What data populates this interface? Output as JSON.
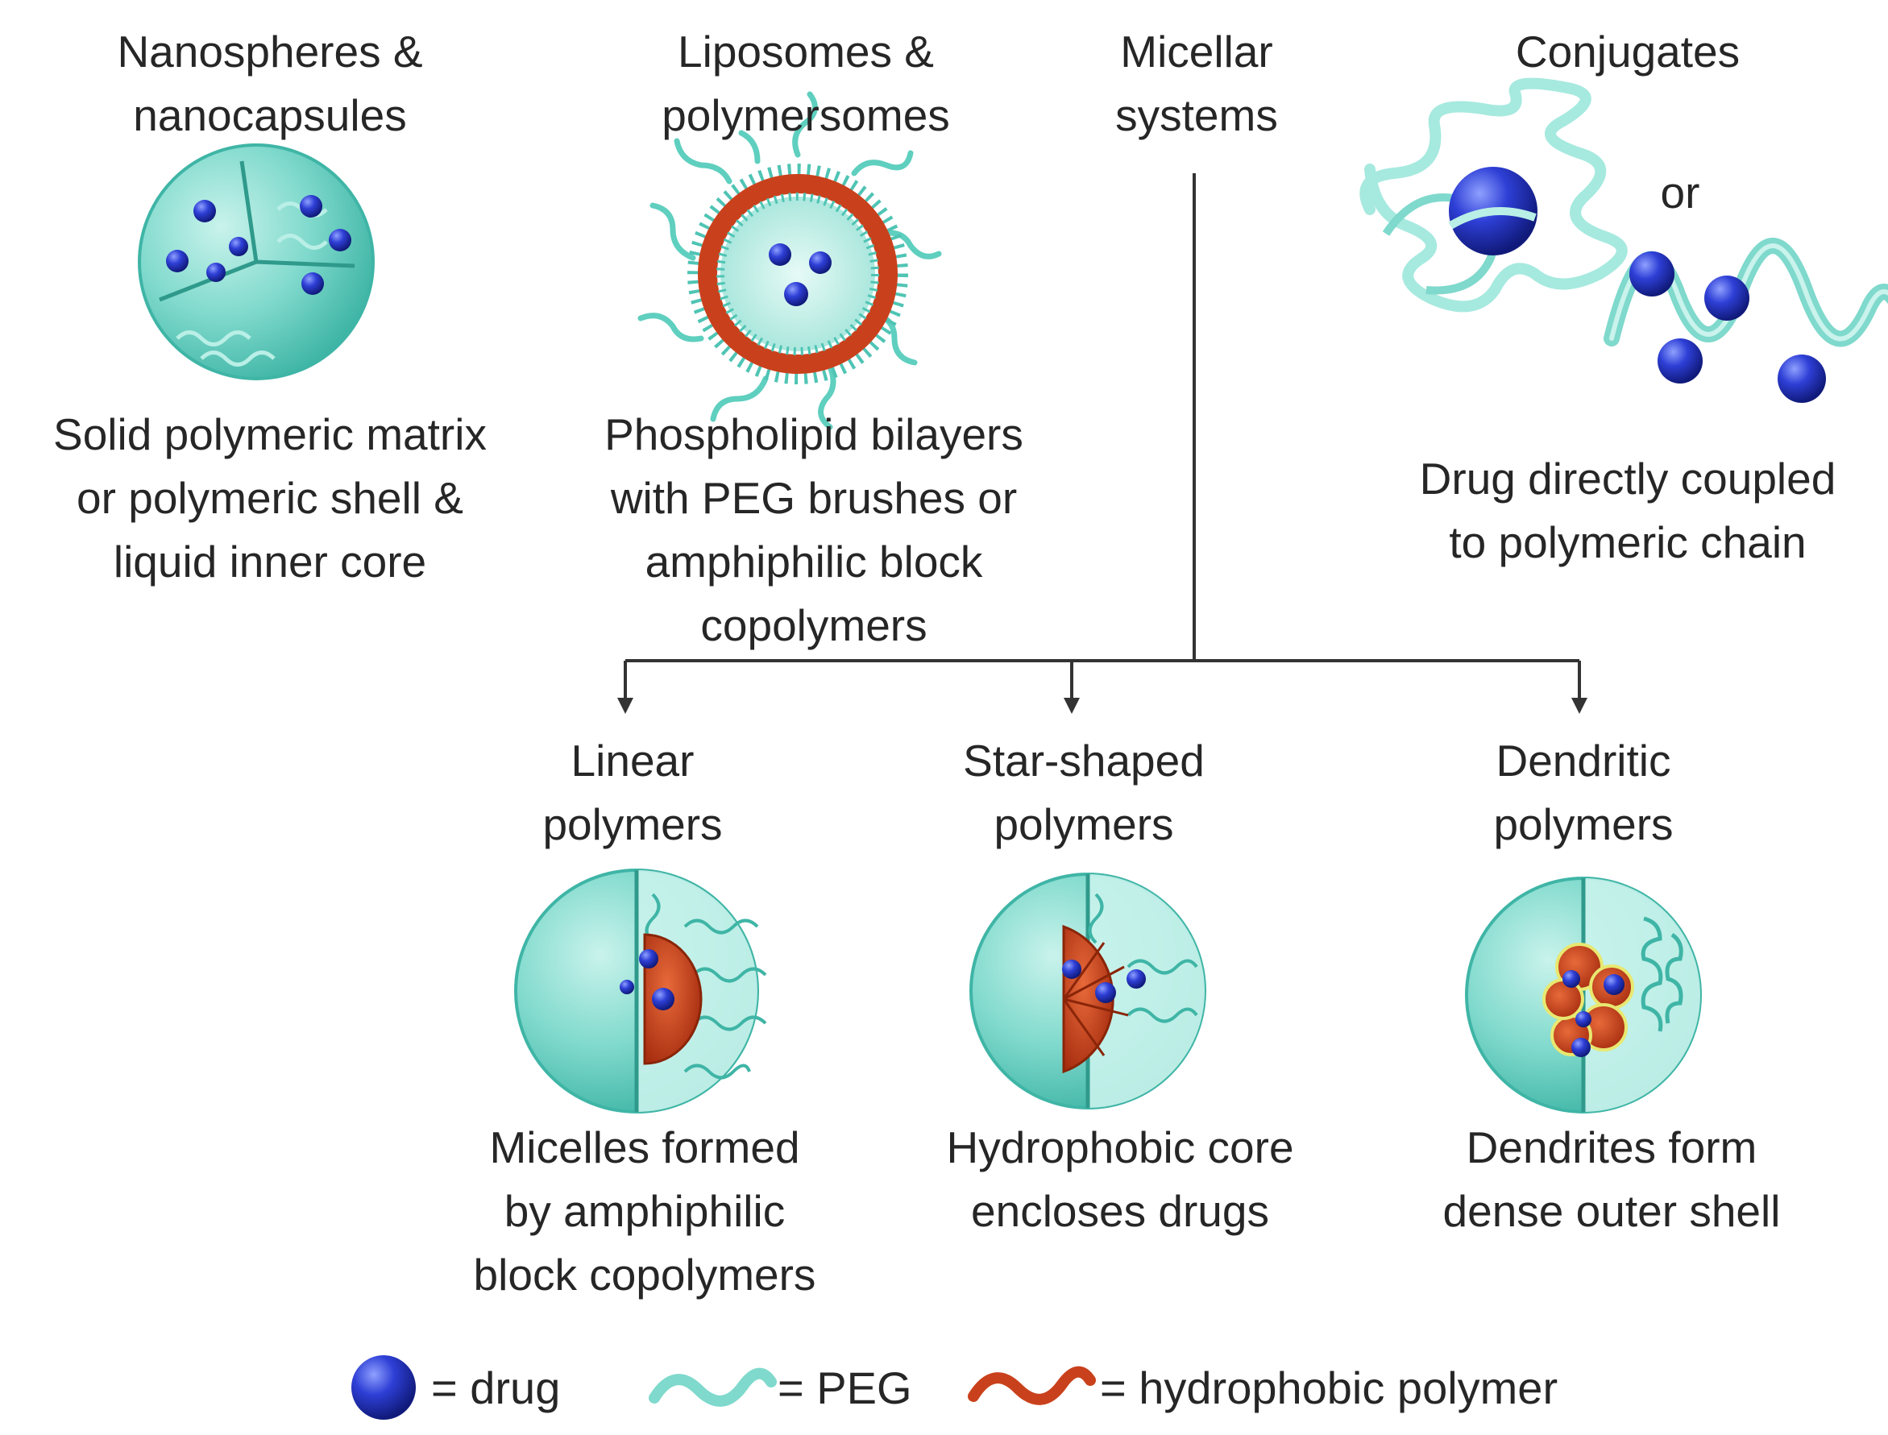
{
  "categories": {
    "nanospheres": {
      "title": [
        "Nanospheres &",
        "nanocapsules"
      ],
      "description": [
        "Solid polymeric matrix",
        "or polymeric shell &",
        "liquid inner core"
      ]
    },
    "liposomes": {
      "title": [
        "Liposomes &",
        "polymersomes"
      ],
      "description": [
        "Phospholipid bilayers",
        "with PEG brushes or",
        "amphiphilic block",
        "copolymers"
      ]
    },
    "micellar": {
      "title": [
        "Micellar",
        "systems"
      ]
    },
    "conjugates": {
      "title": [
        "Conjugates"
      ],
      "or_text": "or",
      "description": [
        "Drug directly coupled",
        "to polymeric chain"
      ]
    }
  },
  "micelle_types": {
    "linear": {
      "title": [
        "Linear",
        "polymers"
      ],
      "description": [
        "Micelles formed",
        "by amphiphilic",
        "block copolymers"
      ]
    },
    "star": {
      "title": [
        "Star-shaped",
        "polymers"
      ],
      "description": [
        "Hydrophobic core",
        "encloses drugs"
      ]
    },
    "dendritic": {
      "title": [
        "Dendritic",
        "polymers"
      ],
      "description": [
        "Dendrites form",
        "dense outer shell"
      ]
    }
  },
  "legend": {
    "drug": "= drug",
    "peg": "= PEG",
    "hydrophobic": "= hydrophobic polymer"
  },
  "colors": {
    "teal_fill": "#7fd9cc",
    "teal_line": "#3fb5a6",
    "drug_blue": "#2e3fd6",
    "hydrophobic_red": "#c9411c",
    "text": "#262626"
  }
}
